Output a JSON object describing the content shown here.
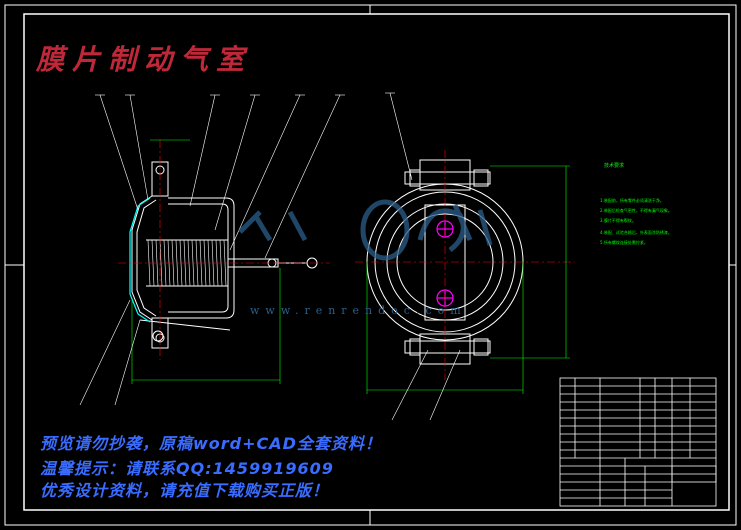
{
  "title": "膜片制动气室",
  "watermark": {
    "line1": "预览请勿抄袭，原稿word+CAD全套资料！",
    "line2": "温馨提示：请联系QQ:1459919609",
    "line3": "优秀设计资料，请充值下载购买正版！",
    "url": "www.renrendoc.com"
  },
  "tech_requirements": {
    "title": "技术要求",
    "notes": [
      "1.装配前，所有零件必须清洗干净。",
      "2.装配后检查气密性，不得有漏气现象。",
      "3.膜片不得有裂纹。",
      "4.装配、试验合格后，外表面涂防锈漆。",
      "5.所有螺纹连接处需拧紧。"
    ]
  },
  "colors": {
    "frame": "#ffffff",
    "outline": "#ffffff",
    "leader": "#ffffff",
    "hatch": "#ffffff",
    "centerline": "#ff0000",
    "dimension": "#00ff00",
    "diaphragm": "#00ffff",
    "bolt": "#ff00ff",
    "title_red": "#c0283a",
    "watermark_blue": "#3a6cff"
  }
}
